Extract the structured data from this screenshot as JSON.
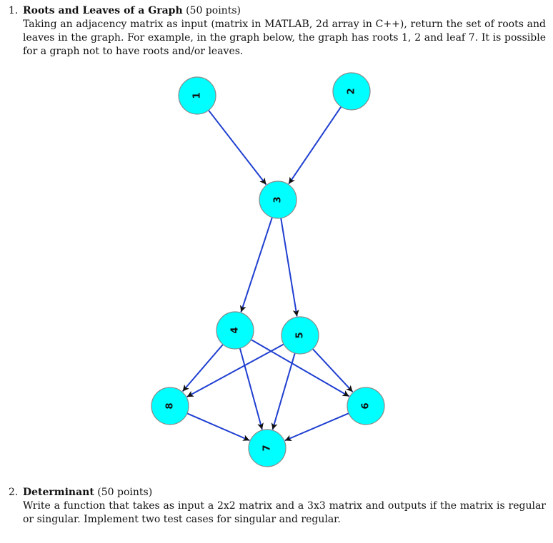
{
  "problems": [
    {
      "number": "1.",
      "title": "Roots and Leaves of a Graph",
      "points": "(50 points)",
      "text": "Taking an adjacency matrix as input (matrix in MATLAB, 2d array in C++), return the set of roots and leaves in the graph. For example, in the graph below, the graph has roots 1, 2 and leaf 7. It is possible for a graph not to have roots and/or leaves."
    },
    {
      "number": "2.",
      "title": "Determinant",
      "points": "(50 points)",
      "text": "Write a function that takes as input a 2x2 matrix and a 3x3 matrix and outputs if the matrix is regular or singular. Implement two test cases for singular and regular."
    }
  ],
  "graph": {
    "colors": {
      "node_fill": "#00ffff",
      "node_stroke": "#8a8a8a",
      "edge": "#1f3fd0",
      "arrowhead": "#111111"
    },
    "nodes": [
      "1",
      "2",
      "3",
      "4",
      "5",
      "6",
      "7",
      "8"
    ],
    "edges": [
      [
        "1",
        "3"
      ],
      [
        "2",
        "3"
      ],
      [
        "3",
        "4"
      ],
      [
        "3",
        "5"
      ],
      [
        "4",
        "8"
      ],
      [
        "4",
        "7"
      ],
      [
        "4",
        "6"
      ],
      [
        "5",
        "8"
      ],
      [
        "5",
        "7"
      ],
      [
        "5",
        "6"
      ],
      [
        "8",
        "7"
      ],
      [
        "6",
        "7"
      ]
    ]
  }
}
